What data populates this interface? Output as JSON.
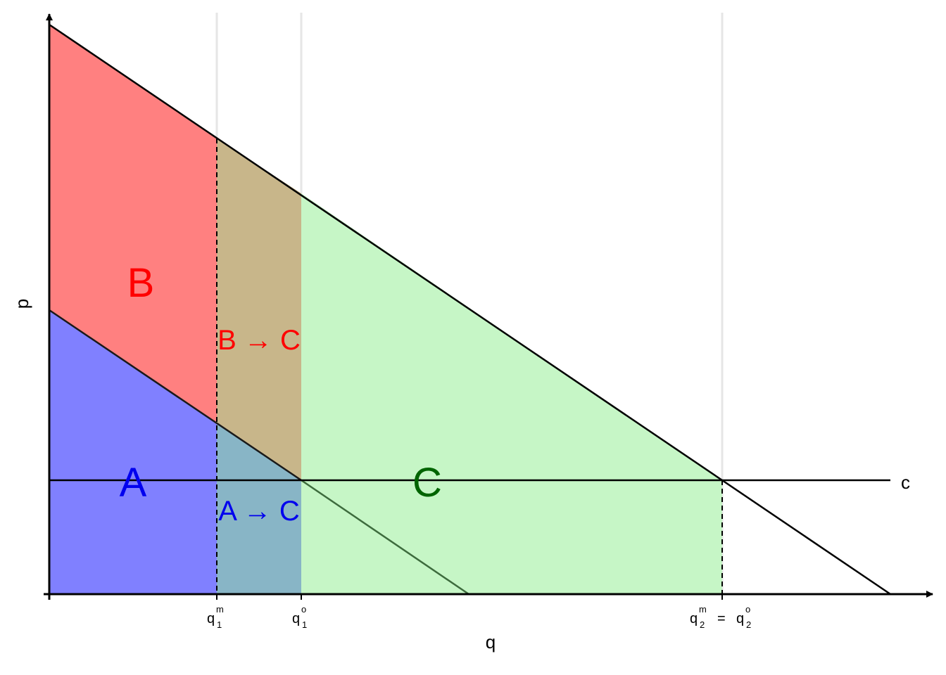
{
  "axes": {
    "x_label": "q",
    "y_label": "p",
    "cost_label": "c"
  },
  "ticks": {
    "q1m": {
      "base": "q",
      "sub": "1",
      "sup": "m"
    },
    "q1o": {
      "base": "q",
      "sub": "1",
      "sup": "o"
    },
    "q2": {
      "left": {
        "base": "q",
        "sub": "2",
        "sup": "m"
      },
      "equals": "=",
      "right": {
        "base": "q",
        "sub": "2",
        "sup": "o"
      }
    }
  },
  "regions": {
    "A": "A",
    "B": "B",
    "C": "C",
    "A_to_C": "A → C",
    "B_to_C": "B → C"
  },
  "colors": {
    "A": "#8080ff",
    "B": "#ff8080",
    "C": "#c6f6c6",
    "A_to_C": "#88b5c6",
    "B_to_C": "#c8b68a",
    "label_A": "#0000ee",
    "label_B": "#ff0000",
    "label_C": "#006400",
    "guide": "#e6e6e6"
  }
}
